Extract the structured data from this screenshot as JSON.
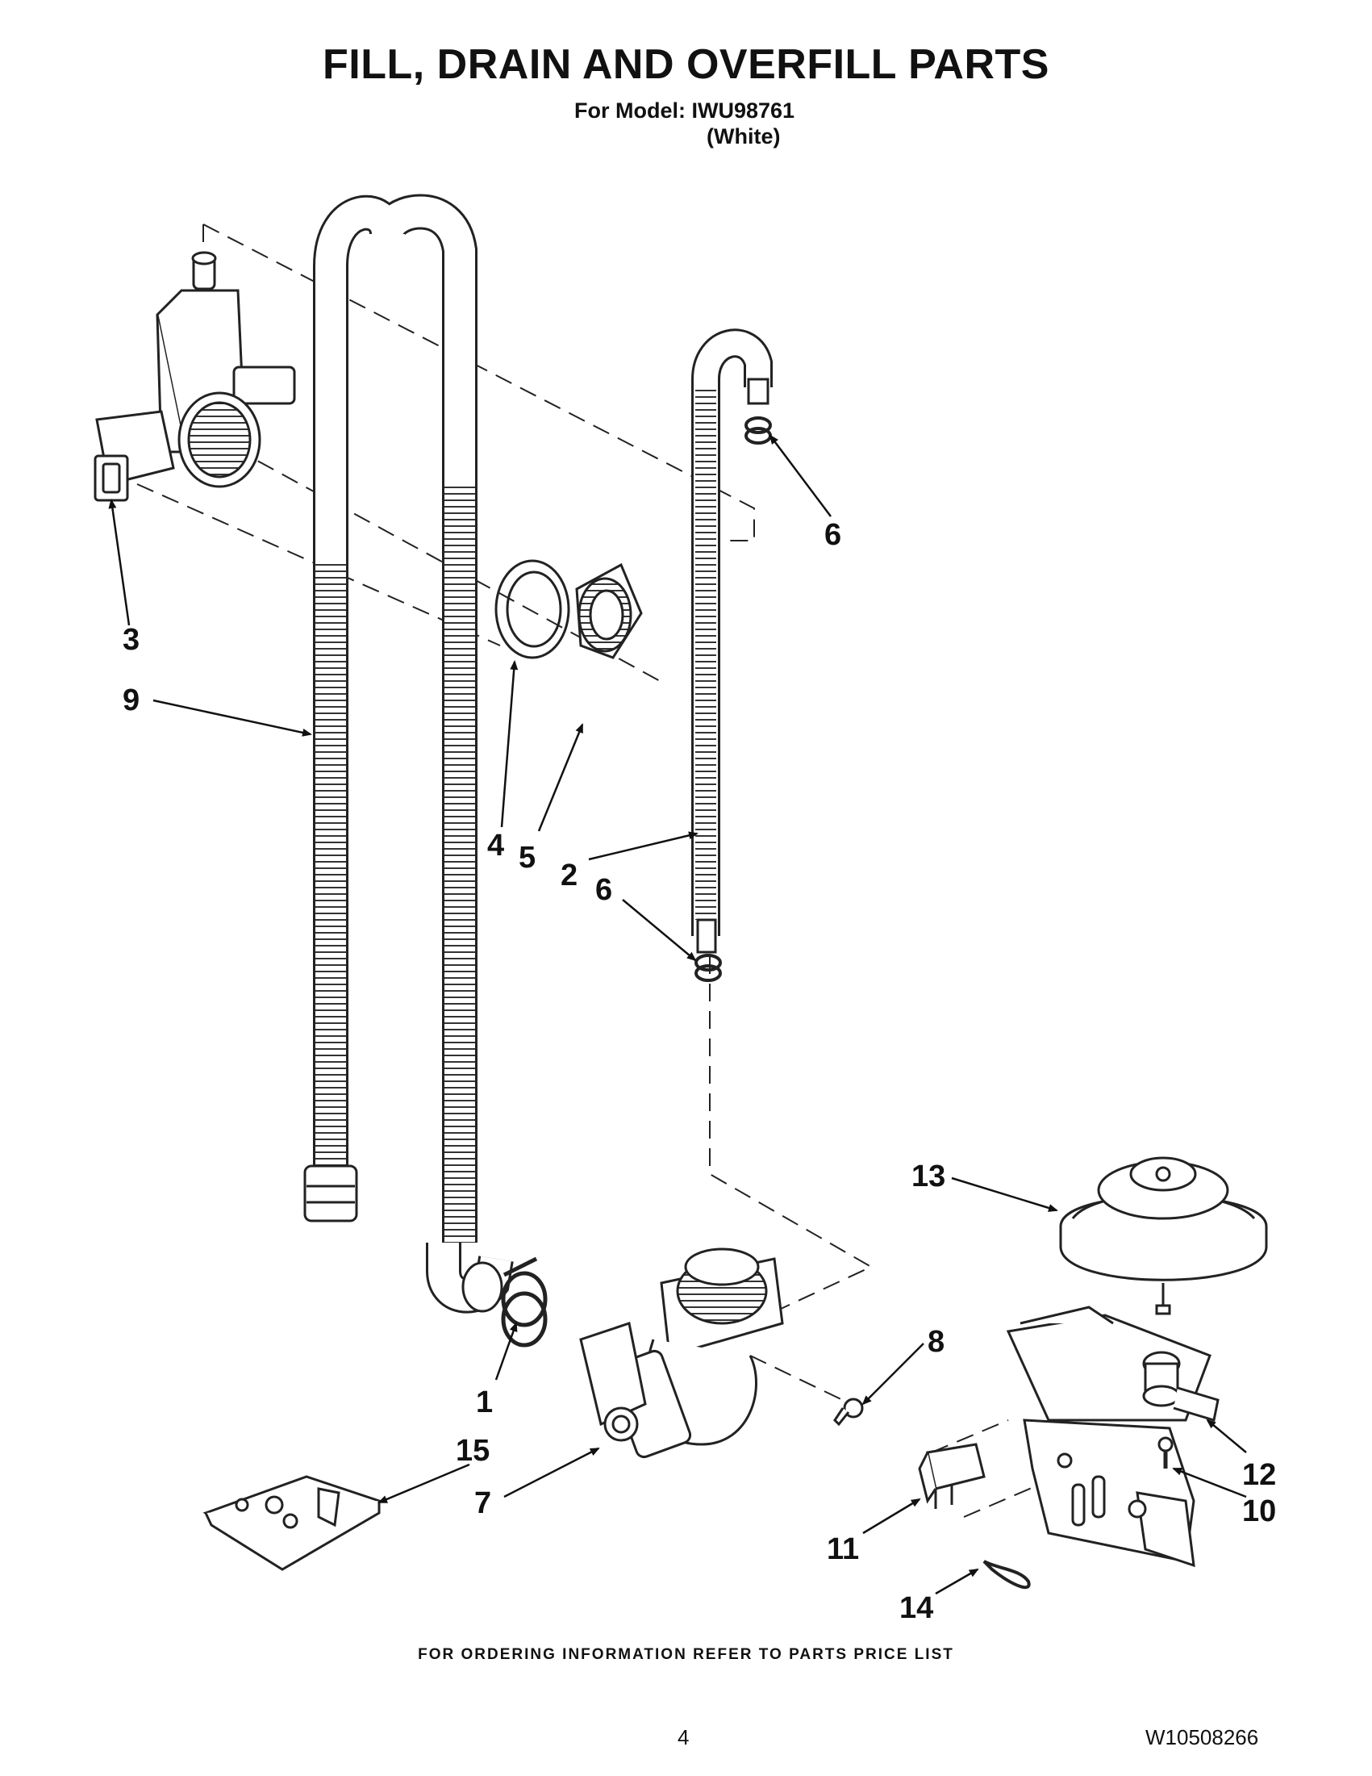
{
  "header": {
    "title": "FILL, DRAIN AND OVERFILL PARTS",
    "model_line": "For Model: IWU98761",
    "color_line": "(White)"
  },
  "callouts": {
    "n1": "1",
    "n2": "2",
    "n3": "3",
    "n4": "4",
    "n5": "5",
    "n6a": "6",
    "n6b": "6",
    "n7": "7",
    "n8": "8",
    "n9": "9",
    "n10": "10",
    "n11": "11",
    "n12": "12",
    "n13": "13",
    "n14": "14",
    "n15": "15"
  },
  "footer": {
    "ordering_note": "FOR ORDERING INFORMATION REFER TO PARTS PRICE LIST",
    "page_number": "4",
    "document_number": "W10508266"
  }
}
